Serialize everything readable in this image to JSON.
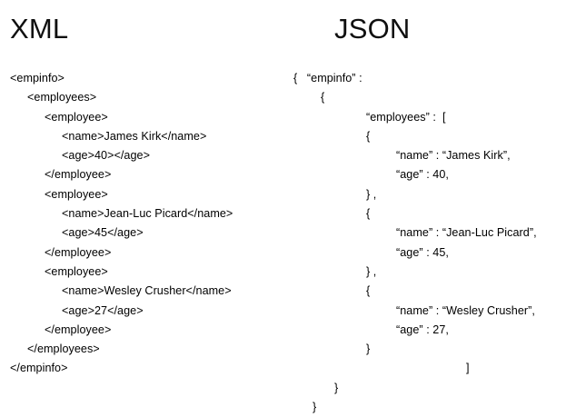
{
  "slide": {
    "background_color": "#ffffff",
    "text_color": "#000000"
  },
  "columns": {
    "xml": {
      "title": "XML",
      "lines": [
        {
          "indent": 0,
          "text": "<empinfo>"
        },
        {
          "indent": 1,
          "text": "<employees>"
        },
        {
          "indent": 2,
          "text": "<employee>"
        },
        {
          "indent": 3,
          "text": "<name>James Kirk</name>"
        },
        {
          "indent": 3,
          "text": "<age>40></age>"
        },
        {
          "indent": 2,
          "text": "</employee>"
        },
        {
          "indent": 2,
          "text": "<employee>"
        },
        {
          "indent": 3,
          "text": "<name>Jean-Luc Picard</name>"
        },
        {
          "indent": 3,
          "text": "<age>45</age>"
        },
        {
          "indent": 2,
          "text": "</employee>"
        },
        {
          "indent": 2,
          "text": "<employee>"
        },
        {
          "indent": 3,
          "text": "<name>Wesley Crusher</name>"
        },
        {
          "indent": 3,
          "text": "<age>27</age>"
        },
        {
          "indent": 2,
          "text": "</employee>"
        },
        {
          "indent": 1,
          "text": "</employees>"
        },
        {
          "indent": 0,
          "text": "</empinfo>"
        }
      ]
    },
    "json": {
      "title": "JSON",
      "lines": [
        {
          "indent": 0,
          "text": "{   “empinfo” :"
        },
        {
          "indent": 1,
          "text": "{"
        },
        {
          "indent": 2,
          "text": "“employees” :  ["
        },
        {
          "indent": 3,
          "text": "{"
        },
        {
          "indent": 4,
          "text": "“name” : “James Kirk”,"
        },
        {
          "indent": 4,
          "text": "“age” : 40,"
        },
        {
          "indent": 3,
          "text": "} ,"
        },
        {
          "indent": 3,
          "text": "{"
        },
        {
          "indent": 4,
          "text": "“name” : “Jean-Luc Picard”,"
        },
        {
          "indent": 4,
          "text": "“age” : 45,"
        },
        {
          "indent": 3,
          "text": "} ,"
        },
        {
          "indent": 3,
          "text": "{"
        },
        {
          "indent": 4,
          "text": "“name” : “Wesley Crusher”,"
        },
        {
          "indent": 4,
          "text": "“age” : 27,"
        },
        {
          "indent": 3,
          "text": "}"
        },
        {
          "indent": 5,
          "text": "]"
        },
        {
          "indent": 6,
          "text": "}"
        },
        {
          "indent": 7,
          "text": "}"
        }
      ]
    }
  }
}
